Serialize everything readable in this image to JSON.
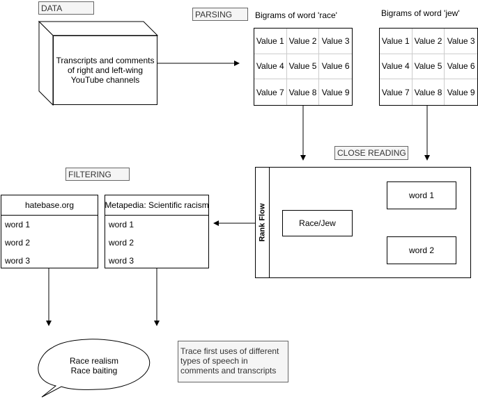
{
  "labels": {
    "data": "DATA",
    "parsing": "PARSING",
    "close_reading": "CLOSE READING",
    "filtering": "FILTERING"
  },
  "source": {
    "text": "Transcripts and comments of right and left-wing YouTube channels"
  },
  "bigrams": [
    {
      "title": "Bigrams of word 'race'",
      "cells": [
        "Value 1",
        "Value 2",
        "Value 3",
        "Value 4",
        "Value 5",
        "Value 6",
        "Value 7",
        "Value 8",
        "Value 9"
      ]
    },
    {
      "title": "Bigrams of word 'jew'",
      "cells": [
        "Value 1",
        "Value 2",
        "Value 3",
        "Value 4",
        "Value 5",
        "Value 6",
        "Value 7",
        "Value 8",
        "Value 9"
      ]
    }
  ],
  "rank_flow": {
    "title": "Rank Flow",
    "root": "Race/Jew",
    "word1": "word 1",
    "word2": "word 2"
  },
  "lists": [
    {
      "header": "hatebase.org",
      "items": [
        "word 1",
        "word 2",
        "word 3"
      ]
    },
    {
      "header": "Metapedia: Scientific racism",
      "items": [
        "word 1",
        "word 2",
        "word 3"
      ]
    }
  ],
  "outcome": {
    "line1": "Race realism",
    "line2": "Race baiting"
  },
  "note": {
    "text": "Trace first uses of different types of speech in comments  and transcripts"
  }
}
